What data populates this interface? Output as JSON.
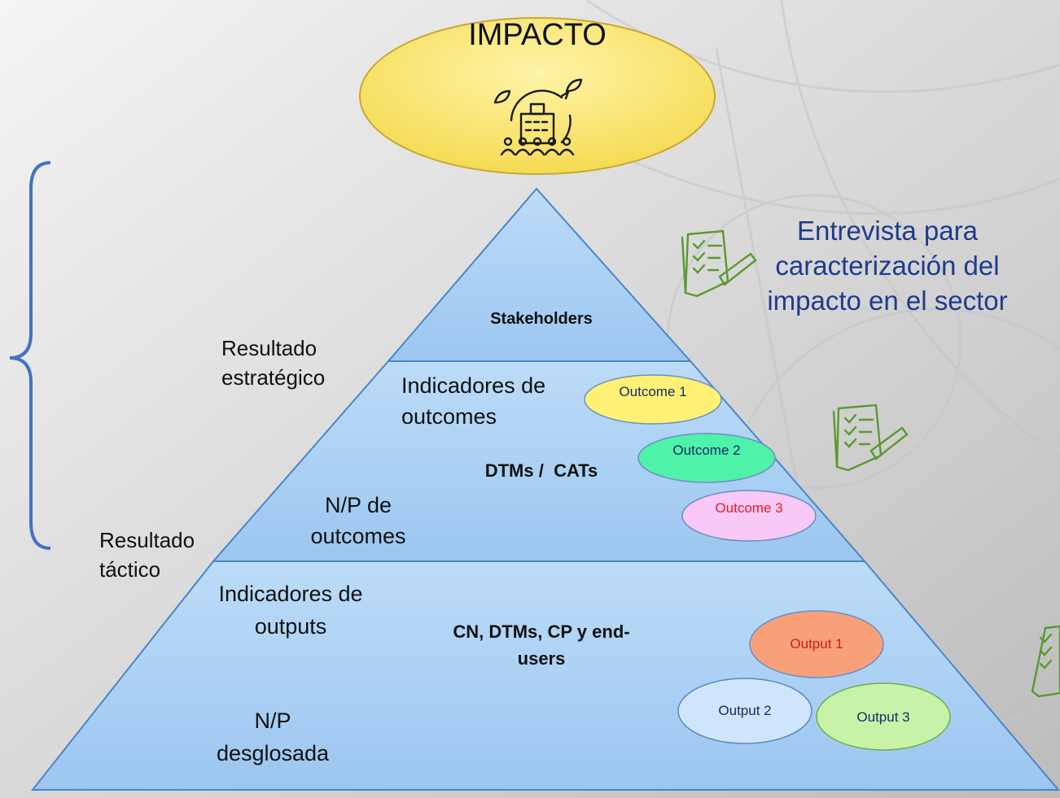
{
  "impact": {
    "title": "IMPACTO",
    "icon": "city-community-icon",
    "fill": "#fbe878",
    "stroke": "#c9a830"
  },
  "interview": {
    "label": "Entrevista para caracterización del impacto en el sector",
    "color": "#1f3b8c"
  },
  "levels": {
    "top": {
      "label": "Stakeholders"
    },
    "middle": {
      "label": "DTMs /  CATs"
    },
    "bottom": {
      "label": "CN, DTMs, CP y end-users"
    }
  },
  "side_labels": {
    "strategic": "Resultado estratégico",
    "tactical": "Resultado táctico",
    "outcome_indicators": "Indicadores de outcomes",
    "outcome_np": "N/P de outcomes",
    "output_indicators": "Indicadores de outputs",
    "output_np": "N/P desglosada"
  },
  "outcomes": [
    {
      "label": "Outcome 1",
      "fill": "#fff176",
      "text_color": "#1a2a6c"
    },
    {
      "label": "Outcome 2",
      "fill": "#4ef2a8",
      "text_color": "#1a2a6c"
    },
    {
      "label": "Outcome 3",
      "fill": "#f8c8f6",
      "text_color": "#e02020"
    }
  ],
  "outputs": [
    {
      "label": "Output 1",
      "fill": "#f7a07a",
      "text_color": "#c81e1e"
    },
    {
      "label": "Output 2",
      "fill": "#cfe5fb",
      "text_color": "#1a2a6c"
    },
    {
      "label": "Output 3",
      "fill": "#c8f2a8",
      "text_color": "#1a2a6c"
    }
  ],
  "colors": {
    "pyramid": "#a9d0f5",
    "pyramid_stroke": "#4a86c5",
    "brace": "#4472c4",
    "doc_icon": "#5a9a2e"
  }
}
